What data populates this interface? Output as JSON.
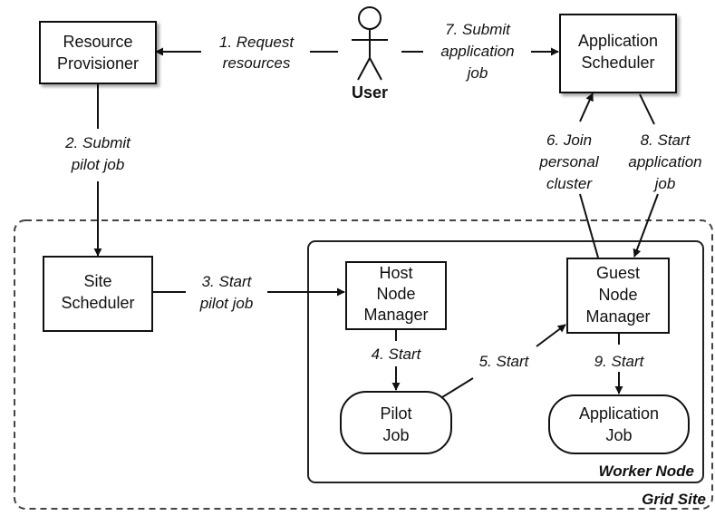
{
  "nodes": {
    "resource_provisioner": [
      "Resource",
      "Provisioner"
    ],
    "user": [
      "User"
    ],
    "application_scheduler": [
      "Application",
      "Scheduler"
    ],
    "site_scheduler": [
      "Site",
      "Scheduler"
    ],
    "host_node_manager": [
      "Host",
      "Node",
      "Manager"
    ],
    "guest_node_manager": [
      "Guest",
      "Node",
      "Manager"
    ],
    "pilot_job": [
      "Pilot",
      "Job"
    ],
    "application_job": [
      "Application",
      "Job"
    ]
  },
  "regions": {
    "worker_node": "Worker Node",
    "grid_site": "Grid Site"
  },
  "edges": {
    "request_resources": [
      "1. Request",
      "resources"
    ],
    "submit_pilot_job": [
      "2. Submit",
      "pilot job"
    ],
    "start_pilot_job": [
      "3. Start",
      "pilot job"
    ],
    "start_4": [
      "4. Start"
    ],
    "start_5": [
      "5. Start"
    ],
    "join_personal_cluster": [
      "6. Join",
      "personal",
      "cluster"
    ],
    "submit_application_job": [
      "7. Submit",
      "application",
      "job"
    ],
    "start_application_job": [
      "8. Start",
      "application",
      "job"
    ],
    "start_9": [
      "9. Start"
    ]
  }
}
